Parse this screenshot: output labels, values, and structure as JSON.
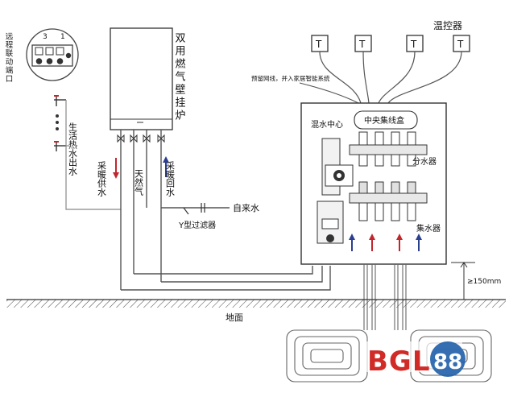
{
  "labels": {
    "remote_port": "远程联动端口",
    "terminal_num_left": "3",
    "terminal_num_right": "1",
    "boiler": "双用燃气壁挂炉",
    "dhw_out": "生活热水出水",
    "heating_supply": "采暖供水",
    "natural_gas": "天然气",
    "heating_return": "采暖回水",
    "tap_water": "自来水",
    "y_filter": "Y型过滤器",
    "thermostat": "温控器",
    "thermostat_mark": "T",
    "reserved_line": "预留网线，并入家居智能系统",
    "central_box": "中央集线盒",
    "mixing_center": "混水中心",
    "distributor": "分水器",
    "collector": "集水器",
    "height": "≥150mm",
    "ground": "地面",
    "brand": "BGL88"
  },
  "colors": {
    "line": "#555555",
    "supply_red": "#c0272d",
    "return_blue": "#2b3f8f",
    "brand_red": "#d12b27",
    "brand_blue": "#1f5fa8"
  }
}
